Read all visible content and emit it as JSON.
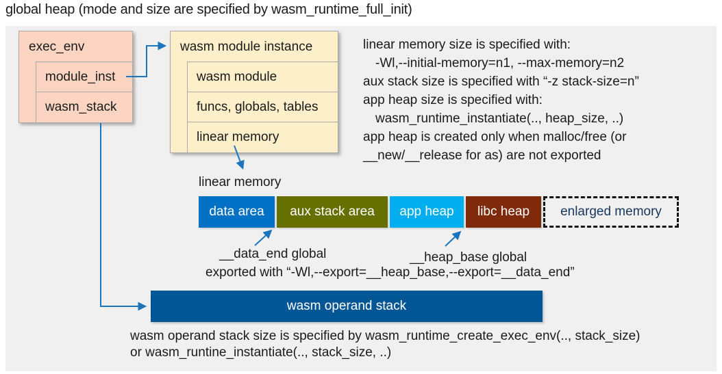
{
  "title": "global heap (mode and size are specified by wasm_runtime_full_init)",
  "colors": {
    "panel_bg": "#f0f0f1",
    "exec_env_fill": "#fbd5c1",
    "instance_fill": "#fcefc9",
    "box_border": "#a9a9a9",
    "connector_blue": "#1b75bc",
    "data_area": "#0071c5",
    "aux_stack_area": "#667000",
    "app_heap": "#00aeef",
    "libc_heap": "#7e2a0b",
    "operand_stack": "#015796",
    "enlarged_memory_text": "#16365d"
  },
  "exec_env": {
    "title": "exec_env",
    "rows": [
      {
        "label": "module_inst"
      },
      {
        "label": "wasm_stack"
      }
    ]
  },
  "module_instance": {
    "title": "wasm module instance",
    "rows": [
      {
        "label": "wasm module"
      },
      {
        "label": "funcs, globals, tables"
      },
      {
        "label": "linear memory"
      }
    ]
  },
  "notes": {
    "lines": [
      {
        "text": "linear memory size is specified with:"
      },
      {
        "text": "-Wl,--initial-memory=n1, --max-memory=n2"
      },
      {
        "text": "aux stack size is specified with “-z stack-size=n”"
      },
      {
        "text": "app heap size is specified with:"
      },
      {
        "text": "wasm_runtime_instantiate(.., heap_size, ..)"
      },
      {
        "text": "app heap is created only when malloc/free (or"
      },
      {
        "text": "__new/__release for as) are not exported"
      }
    ]
  },
  "linear_memory": {
    "label": "linear memory",
    "segments": [
      {
        "label": "data area",
        "color": "#0071c5"
      },
      {
        "label": "aux stack area",
        "color": "#667000"
      },
      {
        "label": "app heap",
        "color": "#00aeef"
      },
      {
        "label": "libc heap",
        "color": "#7e2a0b"
      },
      {
        "label": "enlarged memory",
        "color": "dashed-outline"
      }
    ]
  },
  "annotations": {
    "data_end": "__data_end global",
    "heap_base": "__heap_base global",
    "exported": "exported with “-Wl,--export=__heap_base,--export=__data_end”"
  },
  "operand_stack": {
    "label": "wasm operand stack"
  },
  "footer": {
    "line1": "wasm operand stack size is specified by wasm_runtime_create_exec_env(.., stack_size)",
    "line2": "or wasm_runtine_instantiate(.., stack_size, ..)"
  }
}
